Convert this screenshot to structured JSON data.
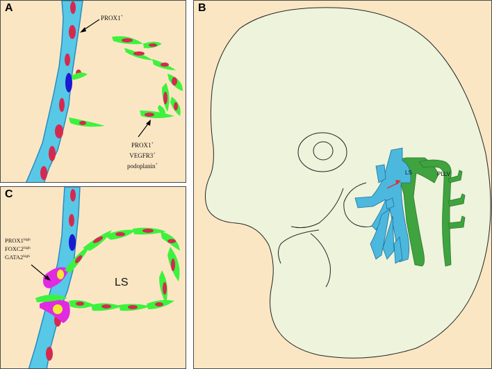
{
  "panels": {
    "a": {
      "label": "A",
      "prox1_text": "PROX1",
      "prox1_sup": "+",
      "marker_lines": [
        {
          "name": "PROX1",
          "sup": "+"
        },
        {
          "name": "VEGFR3",
          "sup": "+"
        },
        {
          "name": "podoplanin",
          "sup": "+"
        }
      ]
    },
    "b": {
      "label": "B",
      "ls_text": "LS",
      "pllv_text": "PLLV"
    },
    "c": {
      "label": "C",
      "ls_text": "LS",
      "marker_lines": [
        {
          "name": "PROX1",
          "sup": "high"
        },
        {
          "name": "FOXC2",
          "sup": "high"
        },
        {
          "name": "GATA2",
          "sup": "high"
        }
      ]
    }
  },
  "colors": {
    "background": "#fbe6c4",
    "vein": "#57c8e6",
    "vein_outline": "#2a8bc0",
    "lymphatic_endothelium": "#3df23d",
    "nucleus": "#d6294f",
    "blue_nucleus": "#1a1ad0",
    "magenta_cells": "#e02be0",
    "yellow_nucleus": "#f0ea30",
    "embryo": "#eef3dc",
    "cardinal_vein_b": "#4cb8de",
    "lymph_b": "#3fa33f",
    "arrow_red": "#e03030"
  }
}
